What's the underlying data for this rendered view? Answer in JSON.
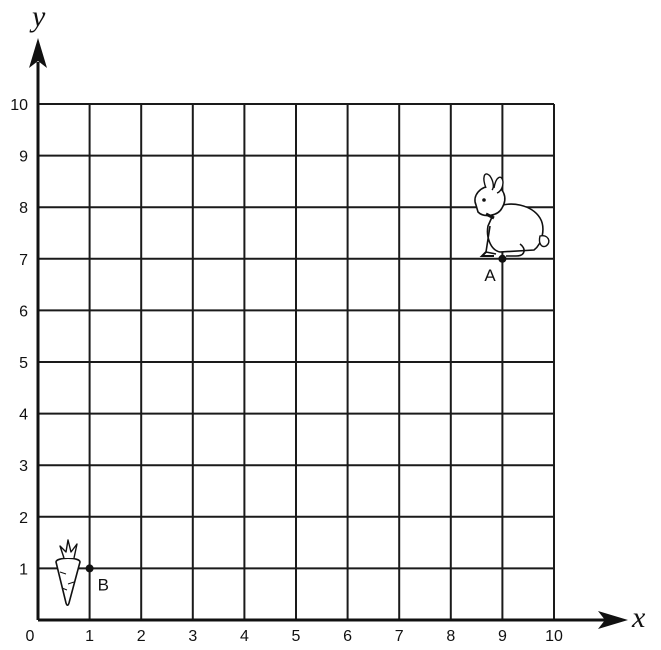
{
  "axes": {
    "x_title": "x",
    "y_title": "y",
    "x_ticks": [
      "0",
      "1",
      "2",
      "3",
      "4",
      "5",
      "6",
      "7",
      "8",
      "9",
      "10"
    ],
    "y_ticks": [
      "1",
      "2",
      "3",
      "4",
      "5",
      "6",
      "7",
      "8",
      "9",
      "10"
    ],
    "range": [
      0,
      10
    ],
    "grid": true
  },
  "points": [
    {
      "label": "A",
      "x": 9,
      "y": 7,
      "picture": "rabbit-icon"
    },
    {
      "label": "B",
      "x": 1,
      "y": 1,
      "picture": "carrot-icon"
    }
  ],
  "colors": {
    "ink": "#111111",
    "grid": "#1a1a1a",
    "background": "#ffffff"
  }
}
